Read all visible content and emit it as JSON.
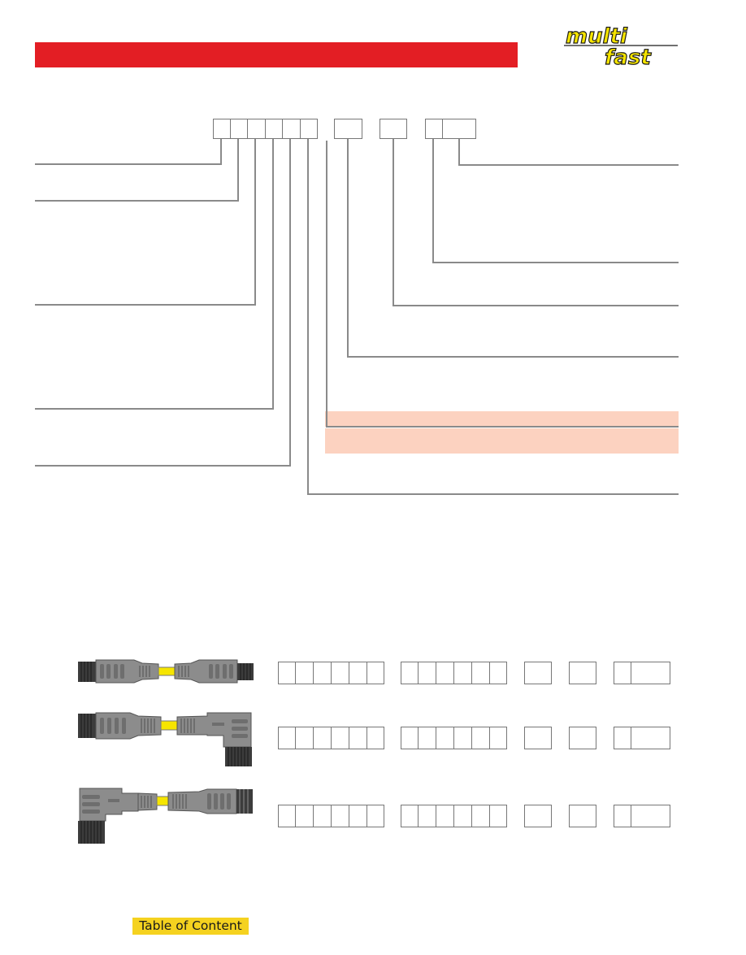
{
  "logo": {
    "line1": "multi",
    "line2": "fast"
  },
  "colors": {
    "header_bar": "#e31e24",
    "logo_fill": "#f6e500",
    "highlight_band": "#fcd2c0",
    "toc_button": "#f5d21f",
    "cable_yellow": "#f6e500"
  },
  "footer": {
    "toc_label": "Table of Content"
  },
  "products": [
    {
      "icon": "straight-to-straight-cordset-icon"
    },
    {
      "icon": "straight-to-right-angle-cordset-icon"
    },
    {
      "icon": "right-angle-to-straight-cordset-icon"
    }
  ]
}
